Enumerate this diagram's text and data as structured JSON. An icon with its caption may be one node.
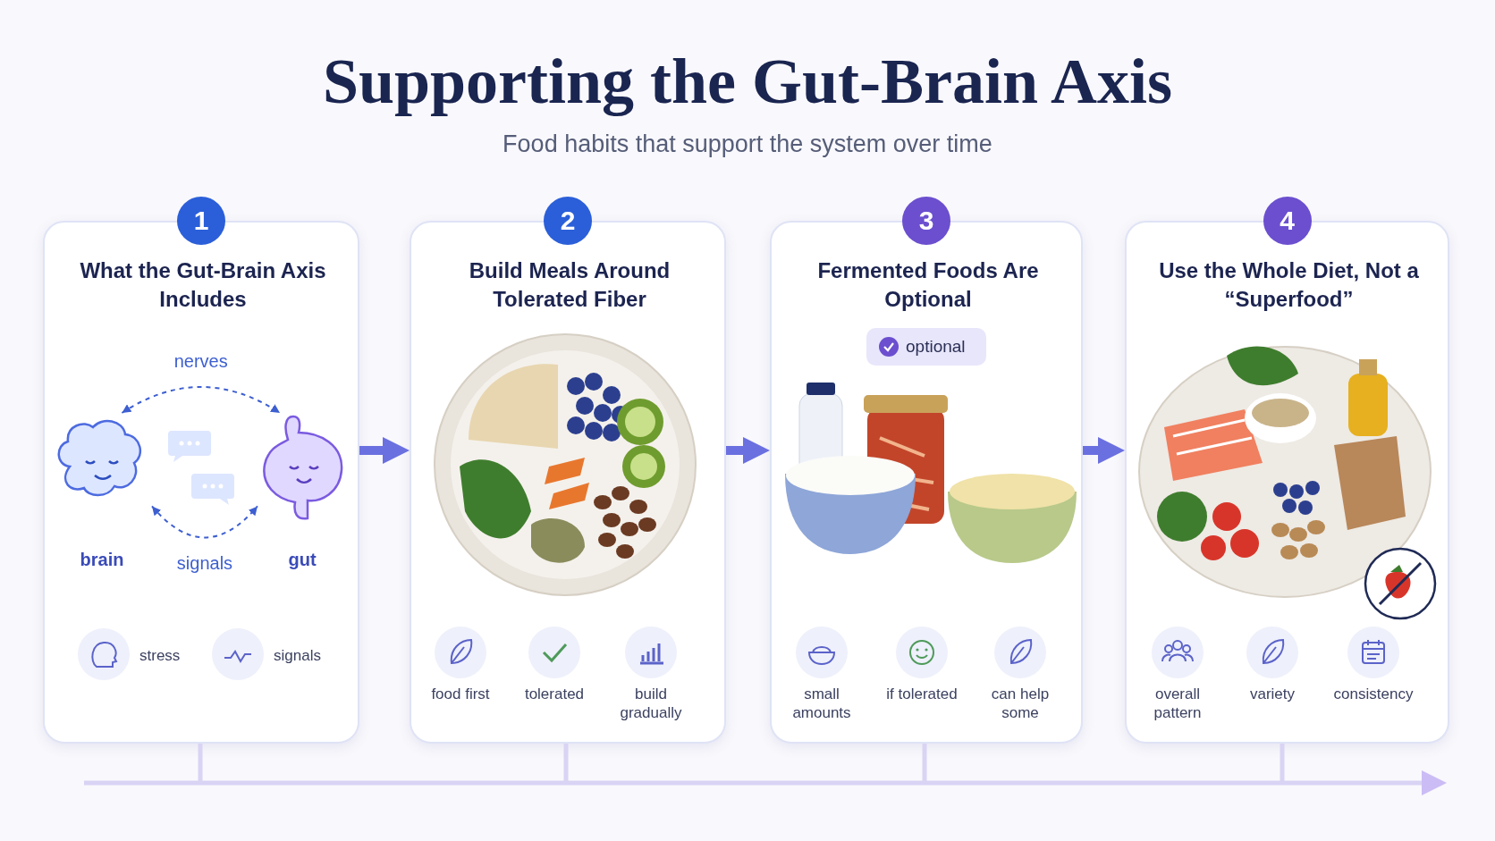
{
  "diagram": {
    "title": "Supporting the Gut-Brain Axis",
    "nodes": [
      {
        "text": [
          "1",
          "What the Gut-Brain Axis Includes"
        ]
      },
      {
        "text": [
          "brain"
        ],
        "in": 0
      },
      {
        "text": [
          "gut"
        ],
        "in": 0
      },
      {
        "text": [
          "stress"
        ],
        "in": 0
      },
      {
        "text": [
          "signals"
        ],
        "in": 0
      },
      {
        "text": [
          "2",
          "Build Meals Around Tolerated Fiber"
        ]
      },
      {
        "text": [
          "food first"
        ],
        "in": 5
      },
      {
        "text": [
          "tolerated"
        ],
        "in": 5
      },
      {
        "text": [
          "build gradually"
        ],
        "in": 5
      },
      {
        "text": [
          "3",
          "Fermented Foods Are Optional"
        ]
      },
      {
        "text": [
          "optional"
        ],
        "in": 9
      },
      {
        "text": [
          "small amounts"
        ],
        "in": 9
      },
      {
        "text": [
          "if tolerated"
        ],
        "in": 9
      },
      {
        "text": [
          "can help some"
        ],
        "in": 9
      },
      {
        "text": [
          "4",
          "Use the Whole Diet, Not a “Superfood”"
        ]
      },
      {
        "text": [
          "overall pattern"
        ],
        "in": 14
      },
      {
        "text": [
          "variety"
        ],
        "in": 14
      },
      {
        "text": [
          "consistency"
        ],
        "in": 14
      }
    ],
    "edges": [
      {
        "from": 1,
        "to": 2,
        "arrow": "both",
        "label": "nerves",
        "style": "dashed",
        "color": "#3d5fd0"
      },
      {
        "from": 1,
        "to": 2,
        "arrow": "both",
        "label": "signals",
        "style": "dashed",
        "color": "#3d5fd0"
      },
      {
        "from": 0,
        "to": 5,
        "arrow": "to"
      },
      {
        "from": 5,
        "to": 9,
        "arrow": "to"
      },
      {
        "from": 9,
        "to": 14,
        "arrow": "to"
      }
    ],
    "labels": [
      "Food habits that support the system over time"
    ]
  }
}
